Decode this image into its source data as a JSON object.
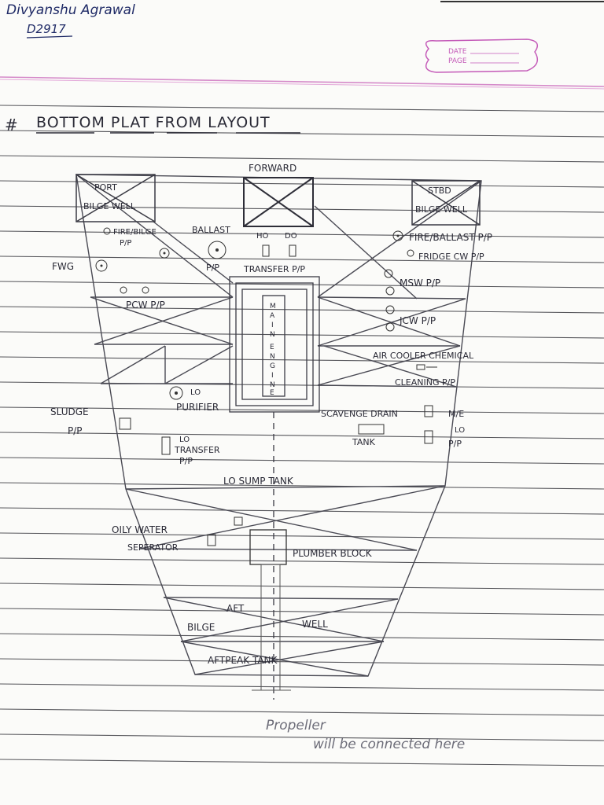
{
  "header": {
    "author_name": "Divyanshu Agrawal",
    "author_id": "D2917",
    "stamp_date_label": "DATE",
    "stamp_page_label": "PAGE"
  },
  "title": "BOTTOM PLAT FROM LAYOUT",
  "title_mark": "#",
  "diagram": {
    "forward": "FORWARD",
    "port_bilge_well": [
      "PORT",
      "BILGE WELL"
    ],
    "stbd_bilge_well": [
      "STBD",
      "BILGE WELL"
    ],
    "fire_bilge": "FIRE/BILGE",
    "fire_bilge_pp": "P/P",
    "ballast": "BALLAST",
    "ballast_pp": "P/P",
    "ho": "HO",
    "do": "DO",
    "transfer_pp": "TRANSFER P/P",
    "fwg": "FWG",
    "pcw_pp": "PCW P/P",
    "main_engine": [
      "M",
      "A",
      "I",
      "N",
      "E",
      "N",
      "G",
      "I",
      "N",
      "E"
    ],
    "fire_ballast_pp": "FIRE/BALLAST P/P",
    "fridge_cw_pp": "FRIDGE CW P/P",
    "msw_pp": "MSW P/P",
    "jcw_pp": "JCW P/P",
    "air_cooler_chemical": "AIR COOLER CHEMICAL",
    "cleaning_pp": "CLEANING P/P",
    "lo_purifier_1": "LO",
    "lo_purifier_2": "PURIFIER",
    "sludge": "SLUDGE",
    "sludge_pp": "P/P",
    "scavenge_drain": "SCAVENGE DRAIN",
    "tank": "TANK",
    "me_lo_pp_1": "M/E",
    "me_lo_pp_2": "LO",
    "me_lo_pp_3": "P/P",
    "lo_transfer_1": "LO",
    "lo_transfer_2": "TRANSFER",
    "lo_transfer_3": "P/P",
    "lo_sump_tank": "LO SUMP TANK",
    "oily_water_1": "OILY WATER",
    "oily_water_2": "SEPERATOR",
    "plumber_block": "PLUMBER BLOCK",
    "aft": "AFT",
    "bilge": "BILGE",
    "well": "WELL",
    "afterpeak_tank": "AFTPEAK TANK",
    "propeller_note_1": "Propeller",
    "propeller_note_2": "will be connected here"
  }
}
